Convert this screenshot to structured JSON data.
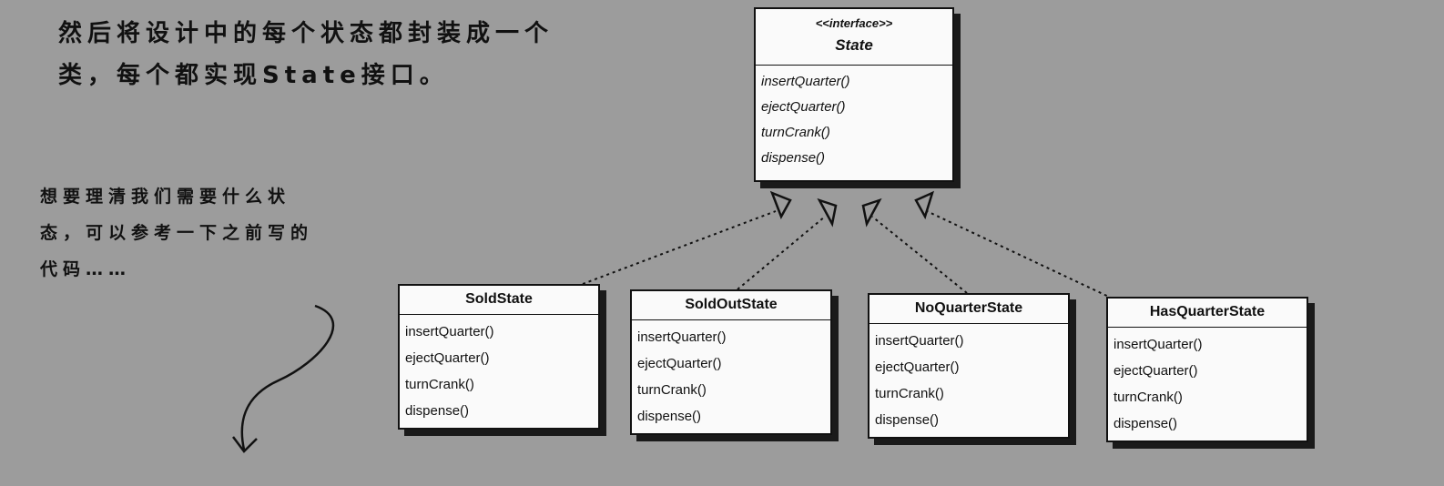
{
  "notes": {
    "top": "然后将设计中的每个状态都封装成一个类，每个都实现State接口。",
    "side": "想要理清我们需要什么状态，可以参考一下之前写的代码……"
  },
  "interface": {
    "stereotype": "<<interface>>",
    "name": "State",
    "methods": [
      "insertQuarter()",
      "ejectQuarter()",
      "turnCrank()",
      "dispense()"
    ]
  },
  "classes": [
    {
      "name": "SoldState",
      "methods": [
        "insertQuarter()",
        "ejectQuarter()",
        "turnCrank()",
        "dispense()"
      ]
    },
    {
      "name": "SoldOutState",
      "methods": [
        "insertQuarter()",
        "ejectQuarter()",
        "turnCrank()",
        "dispense()"
      ]
    },
    {
      "name": "NoQuarterState",
      "methods": [
        "insertQuarter()",
        "ejectQuarter()",
        "turnCrank()",
        "dispense()"
      ]
    },
    {
      "name": "HasQuarterState",
      "methods": [
        "insertQuarter()",
        "ejectQuarter()",
        "turnCrank()",
        "dispense()"
      ]
    }
  ],
  "colors": {
    "background": "#9c9c9c",
    "box": "#fafafa",
    "ink": "#111111"
  }
}
